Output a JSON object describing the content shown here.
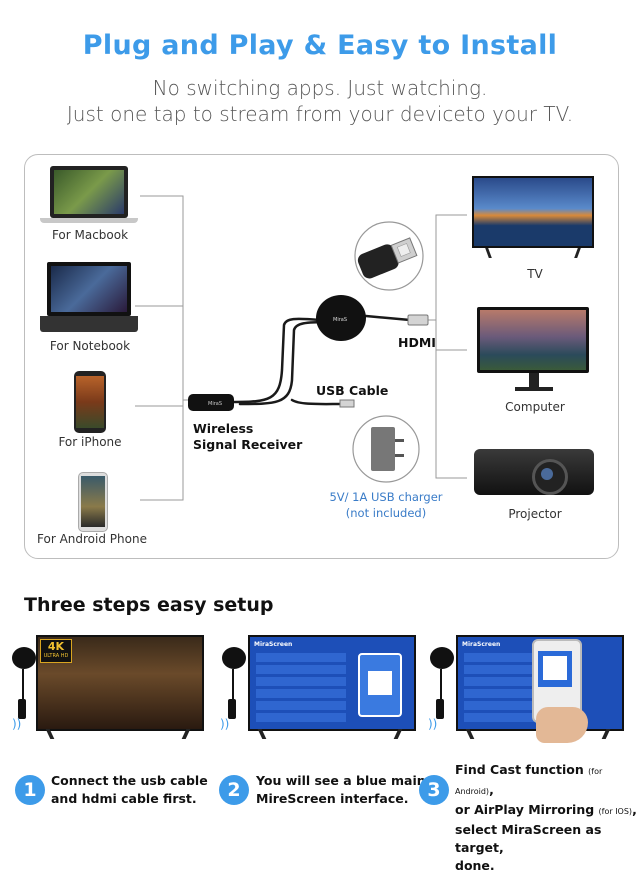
{
  "header": {
    "title": "Plug and Play & Easy to Install",
    "subtitle_line1": "No switching apps. Just watching.",
    "subtitle_line2": "Just one tap to stream from your deviceto your TV."
  },
  "diagram": {
    "sources": [
      {
        "label": "For Macbook"
      },
      {
        "label": "For Notebook"
      },
      {
        "label": "For iPhone"
      },
      {
        "label": "For Android Phone"
      }
    ],
    "receiver_label_line1": "Wireless",
    "receiver_label_line2": "Signal Receiver",
    "hdmi_label": "HDMI",
    "usb_label": "USB Cable",
    "charger_line1": "5V/ 1A USB charger",
    "charger_line2": "(not included)",
    "outputs": [
      {
        "label": "TV"
      },
      {
        "label": "Computer"
      },
      {
        "label": "Projector"
      }
    ]
  },
  "steps": {
    "title": "Three steps easy setup",
    "items": [
      {
        "num": "1",
        "line1": "Connect the usb cable",
        "line2": "and hdmi cable first."
      },
      {
        "num": "2",
        "line1": "You will see a blue main",
        "line2": "MireScreen interface."
      },
      {
        "num": "3",
        "line1a": "Find Cast function",
        "line1b": "(for Android)",
        "line1c": ",",
        "line2a": "or AirPlay Mirroring",
        "line2b": "(for IOS)",
        "line2c": ",",
        "line3": "select MiraScreen as target,",
        "line4": "done."
      }
    ],
    "badge_4k": "4K",
    "badge_uhd": "ULTRA HD",
    "screen_brand": "MiraScreen"
  },
  "colors": {
    "accent": "#3d9be9",
    "charger_text": "#3a7cc8",
    "screen_blue": "#1d4fb8"
  }
}
